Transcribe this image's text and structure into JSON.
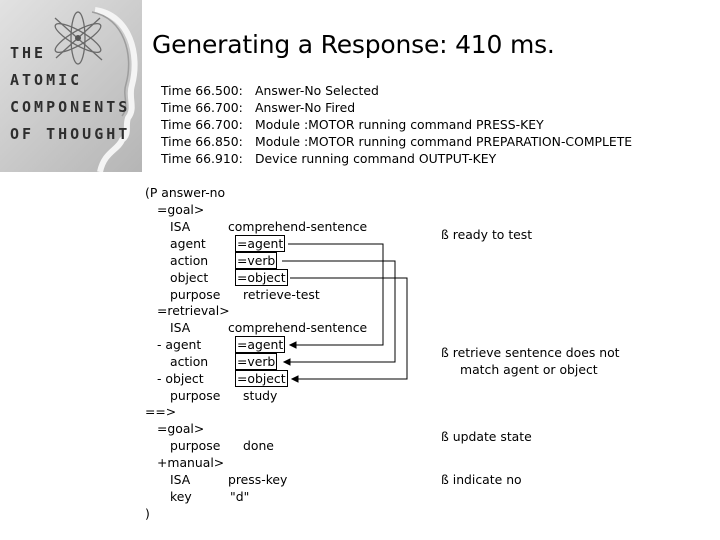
{
  "slide_title": "Generating a Response: 410 ms.",
  "trace": [
    {
      "time": "Time 66.500:",
      "event": "Answer-No Selected"
    },
    {
      "time": "Time 66.700:",
      "event": "Answer-No Fired"
    },
    {
      "time": "Time 66.700:",
      "event": "Module :MOTOR running command PRESS-KEY"
    },
    {
      "time": "Time 66.850:",
      "event": "Module :MOTOR running command PREPARATION-COMPLETE"
    },
    {
      "time": "Time 66.910:",
      "event": "Device running command OUTPUT-KEY"
    }
  ],
  "production": {
    "open": "(P answer-no",
    "goal_header": "=goal>",
    "goal_isa": {
      "slot": "ISA",
      "value": "comprehend-sentence"
    },
    "goal_agent": {
      "slot": "agent",
      "value": "=agent"
    },
    "goal_action": {
      "slot": "action",
      "value": "=verb"
    },
    "goal_object": {
      "slot": "object",
      "value": "=object"
    },
    "goal_purpose": {
      "slot": "purpose",
      "value": "retrieve-test"
    },
    "retrieval_header": "=retrieval>",
    "ret_isa": {
      "slot": "ISA",
      "value": "comprehend-sentence"
    },
    "ret_agent": {
      "slot": "- agent",
      "value": "=agent"
    },
    "ret_action": {
      "slot": "action",
      "value": "=verb"
    },
    "ret_object": {
      "slot": "- object",
      "value": "=object"
    },
    "ret_purpose": {
      "slot": "purpose",
      "value": "study"
    },
    "arrow": "==>",
    "goal2_header": "=goal>",
    "goal2_purpose": {
      "slot": "purpose",
      "value": "done"
    },
    "manual_header": "+manual>",
    "manual_isa": {
      "slot": "ISA",
      "value": "press-key"
    },
    "manual_key": {
      "slot": "key",
      "value": "\"d\""
    },
    "close": ")"
  },
  "notes": {
    "ready": "ready to test",
    "retrieve_1": "retrieve sentence does not",
    "retrieve_2": "match agent or object",
    "update": "update state",
    "indicate": "indicate no"
  },
  "note_glyph": "ß",
  "logo": {
    "lines": [
      "THE",
      "ATOMIC",
      "COMPONENTS",
      "OF THOUGHT"
    ],
    "icon": "head-profile-with-atom-logo"
  }
}
